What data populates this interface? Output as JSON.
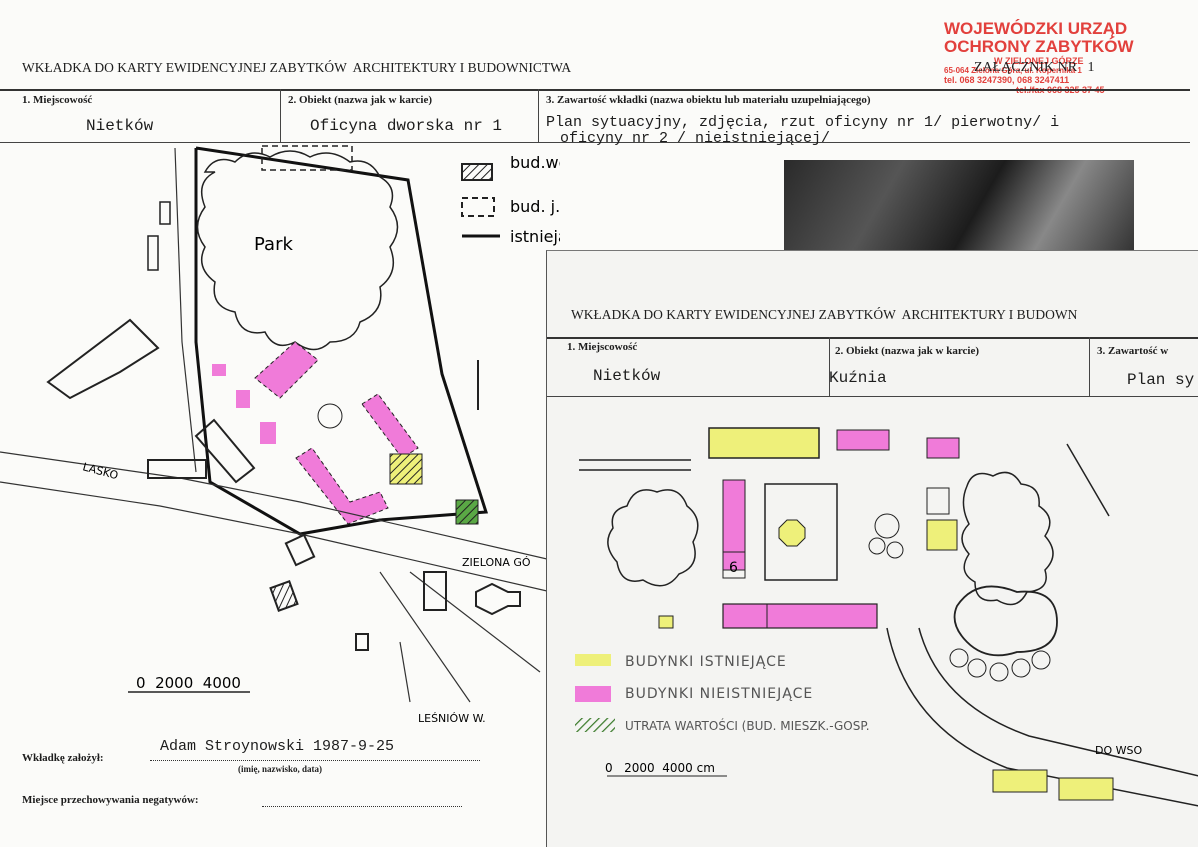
{
  "stamp": {
    "line1": "WOJEWÓDZKI URZĄD",
    "line2": "OCHRONY ZABYTKÓW",
    "line3": "W ZIELONEJ GÓRZE",
    "line4": "65-064 Zielona Góra, ul. Kopernika 1",
    "line5": "tel. 068 3247390, 068 3247411",
    "line6": "tel./fax 068 325 37 45"
  },
  "sheet1": {
    "heading": "WKŁADKA DO KARTY EWIDENCYJNEJ ZABYTKÓW  ARCHITEKTURY I BUDOWNICTWA",
    "attachment": "ZAŁĄCZNIK NR   1",
    "field1_label": "1. Miejscowość",
    "field1_value": "Nietków",
    "field2_label": "2. Obiekt (nazwa jak w karcie)",
    "field2_value": "Oficyna dworska nr 1",
    "field3_label": "3. Zawartość wkładki (nazwa obiektu lub materiału uzupełniającego)",
    "field3_line1": "Plan sytuacyjny, zdjęcia, rzut oficyny nr 1/ pierwotny/ i",
    "field3_line2": "oficyny nr 2 / nieistniejącej/",
    "map": {
      "park_label": "Park",
      "legend_hatched": "bud.wchodzące w skład założenia-istniejące",
      "legend_dashed": "bud. j.w.-nieistniejące",
      "legend_line": "istniejące ogrodzenie",
      "road_lasko": "LASKO",
      "road_zielona": "ZIELONA GÓ",
      "road_lesniow": "LEŚNIÓW W.",
      "scale": "0  2000  4000"
    },
    "author_label": "Wkładkę założył:",
    "author_value": "Adam Stroynowski 1987-9-25",
    "author_caption": "(imię, nazwisko, data)",
    "negatives_label": "Miejsce przechowywania negatywów:"
  },
  "sheet2": {
    "heading": "WKŁADKA DO KARTY EWIDENCYJNEJ ZABYTKÓW  ARCHITEKTURY I BUDOWN",
    "field1_label": "1. Miejscowość",
    "field1_value": "Nietków",
    "field2_label": "2. Obiekt (nazwa jak w karcie)",
    "field2_value": "Kuźnia",
    "field3_label": "3. Zawartość w",
    "field3_value": "Plan sy",
    "building_number": "6",
    "legend_existing": "BUDYNKI ISTNIEJĄCE",
    "legend_missing": "BUDYNKI NIEISTNIEJĄCE",
    "legend_lost": "UTRATA WARTOŚCI (BUD. MIESZK.-GOSP.",
    "road_label": "DO WSO",
    "scale": "0   2000  4000 cm"
  },
  "colors": {
    "pink": "#f07bd9",
    "yellow": "#eef07a",
    "green": "#5aa845",
    "stamp": "#e2403c"
  }
}
